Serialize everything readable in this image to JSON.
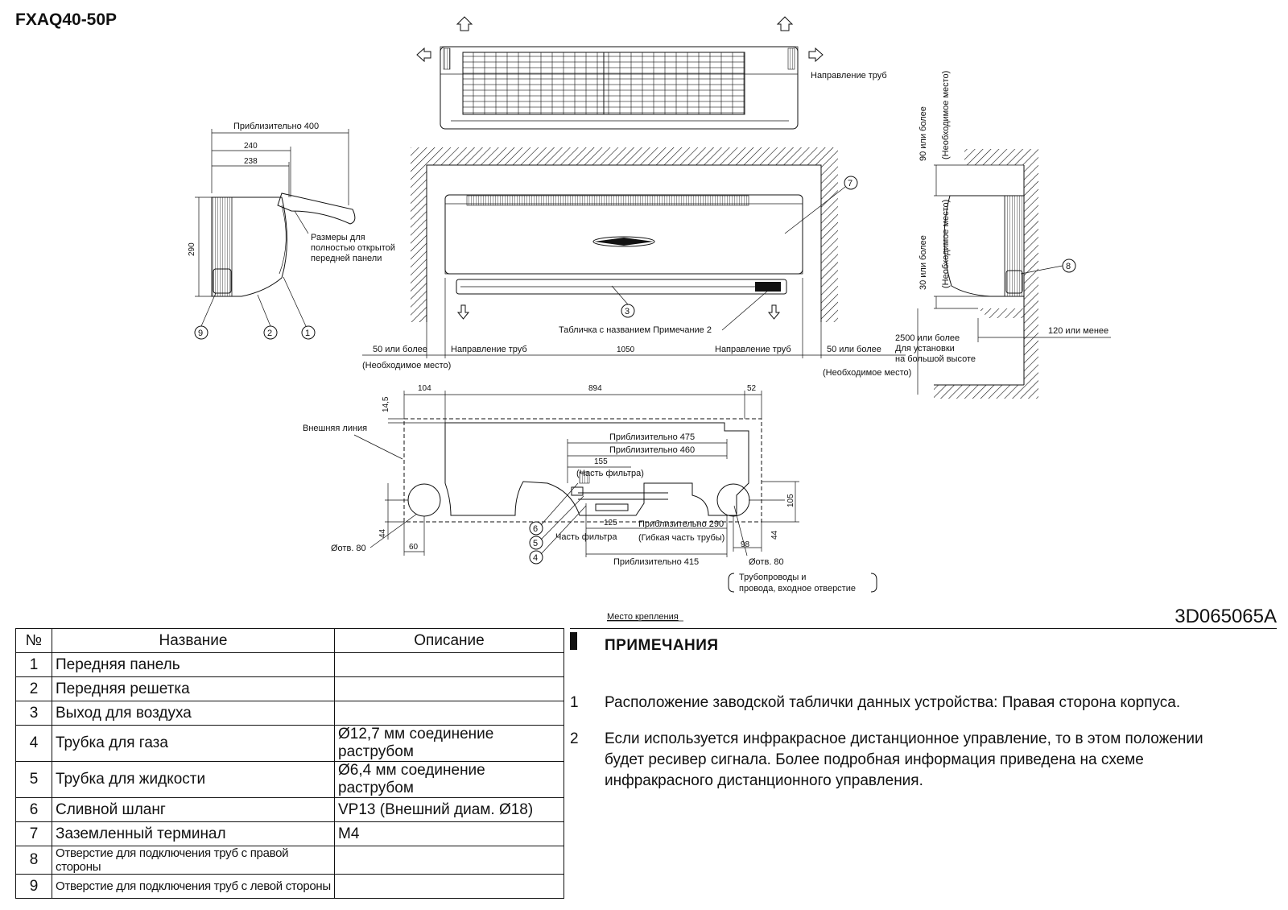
{
  "title": "FXAQ40-50P",
  "doc_code": "3D065065A",
  "labels": {
    "approx400": "Приблизительно 400",
    "d240": "240",
    "d238": "238",
    "d290": "290",
    "open_panel": [
      "Размеры для",
      "полностью открытой",
      "передней панели"
    ],
    "pipe_dir": "Направление труб",
    "plate_note": "Табличка с названием Примечание 2",
    "fifty_or_more": "50 или более",
    "needed_space": "(Необходимое место)",
    "d1050": "1050",
    "ninety_or_more": "90 или более",
    "thirty_or_more": "30 или более",
    "d2500": "2500 или более",
    "high_install": [
      "Для установки",
      "на большой высоте"
    ],
    "d120": "120 или менее",
    "d104": "104",
    "d894": "894",
    "d52": "52",
    "d14_5": "14,5",
    "outer_line": "Внешняя линия",
    "approx475": "Приблизительно 475",
    "approx460": "Приблизительно 460",
    "d155": "155",
    "filter_part_paren": "(Часть фильтра)",
    "filter_part": "Часть фильтра",
    "d125": "125",
    "approx290": "Приблизительно 290",
    "flex_part": "(Гибкая часть трубы)",
    "approx415": "Приблизительно 415",
    "hole80": "Øотв. 80",
    "d98": "98",
    "d105": "105",
    "d44": "44",
    "d60": "60",
    "pipes_inlet": [
      "Трубопроводы и",
      "провода, входное отверстие"
    ],
    "mount_place": "Место крепления",
    "c1": "1",
    "c2": "2",
    "c3": "3",
    "c4": "4",
    "c5": "5",
    "c6": "6",
    "c7": "7",
    "c8": "8",
    "c9": "9"
  },
  "table": {
    "headers": [
      "№",
      "Название",
      "Описание"
    ],
    "rows": [
      {
        "num": "1",
        "name": "Передняя панель",
        "desc": ""
      },
      {
        "num": "2",
        "name": "Передняя решетка",
        "desc": ""
      },
      {
        "num": "3",
        "name": "Выход для воздуха",
        "desc": ""
      },
      {
        "num": "4",
        "name": "Трубка для газа",
        "desc": "Ø12,7 мм соединение раструбом"
      },
      {
        "num": "5",
        "name": "Трубка для жидкости",
        "desc": "Ø6,4 мм соединение раструбом"
      },
      {
        "num": "6",
        "name": "Сливной шланг",
        "desc": "VP13 (Внешний диам. Ø18)"
      },
      {
        "num": "7",
        "name": "Заземленный терминал",
        "desc": "M4"
      },
      {
        "num": "8",
        "name": "Отверстие для подключения труб с правой стороны",
        "desc": ""
      },
      {
        "num": "9",
        "name": "Отверстие для подключения труб с левой стороны",
        "desc": ""
      }
    ]
  },
  "notes": {
    "title": "ПРИМЕЧАНИЯ",
    "items": [
      {
        "num": "1",
        "text": "Расположение заводской таблички данных устройства: Правая сторона корпуса."
      },
      {
        "num": "2",
        "text": "Если используется инфракрасное дистанционное управление, то в этом положении будет ресивер сигнала. Более подробная информация приведена на схеме инфракрасного дистанционного управления."
      }
    ]
  }
}
